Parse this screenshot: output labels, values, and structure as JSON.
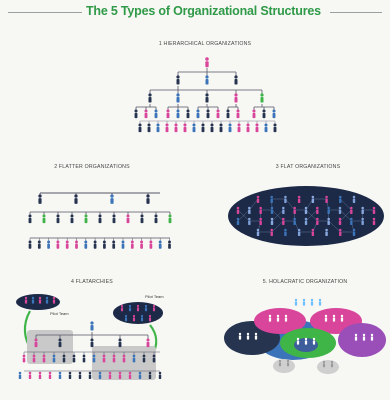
{
  "title": "The 5 Types of Organizational Structures",
  "sections": {
    "s1": "1 HIERARCHICAL ORGANIZATIONS",
    "s2": "2 FLATTER ORGANIZATIONS",
    "s3": "3 FLAT ORGANIZATIONS",
    "s4": "4 FLATARCHIES",
    "s5": "5. HOLACRATIC ORGANIZATION"
  },
  "flatarchy_tags": {
    "left": "Pilot Team",
    "right": "Pilot Team"
  },
  "colors": {
    "title_green": "#2f9a48",
    "navy": "#27344f",
    "pink": "#d8459a",
    "blue": "#3b74b8",
    "green": "#3fb548",
    "purple": "#9a4fb8",
    "grey_box": "#c9c9c9",
    "dark_ellipse": "#1c2a47"
  }
}
